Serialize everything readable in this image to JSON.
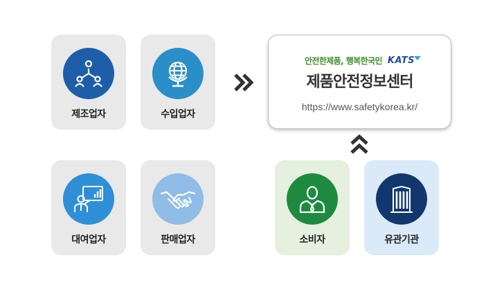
{
  "producers": [
    {
      "label": "제조업자",
      "icon": "org-people-icon",
      "color": "#1e5ea8"
    },
    {
      "label": "수입업자",
      "icon": "globe-icon",
      "color": "#2a8fc8"
    },
    {
      "label": "대여업자",
      "icon": "presenter-chart-icon",
      "color": "#2f8fd6"
    },
    {
      "label": "판매업자",
      "icon": "handshake-icon",
      "color": "#8fbde8"
    }
  ],
  "center": {
    "slogan": "안전한제품, 행복한국민",
    "logo_text": "KATS",
    "title": "제품안전정보센터",
    "url": "https://www.safetykorea.kr/"
  },
  "consumers": [
    {
      "label": "소비자",
      "icon": "person-icon",
      "color": "#1e8a3f"
    },
    {
      "label": "유관기관",
      "icon": "building-icon",
      "color": "#12376e"
    }
  ],
  "colors": {
    "card_bg": "#e9e9e9",
    "consumer_card_bg": "#e6f0df",
    "agency_card_bg": "#dbeaf8",
    "arrow": "#333333",
    "slogan_green": "#3c8f2b"
  }
}
